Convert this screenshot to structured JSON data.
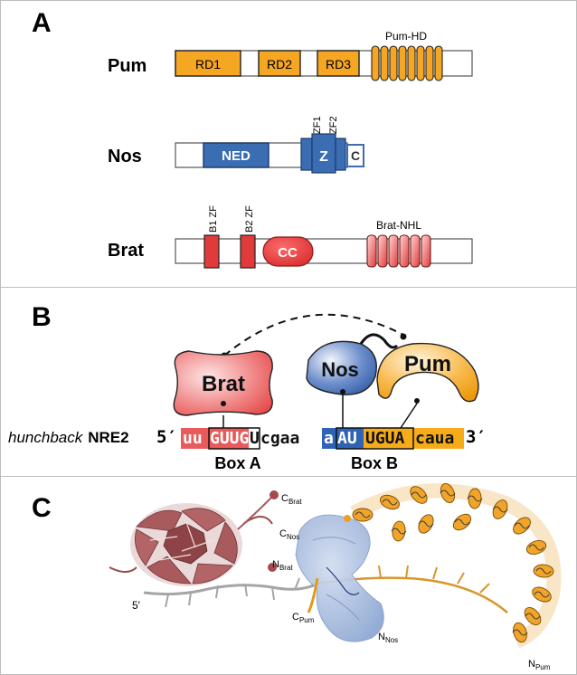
{
  "panels": {
    "a": {
      "letter": "A",
      "pum": {
        "name": "Pum",
        "rd1": "RD1",
        "rd2": "RD2",
        "rd3": "RD3",
        "hd": "Pum-HD"
      },
      "nos": {
        "name": "Nos",
        "ned": "NED",
        "z": "Z",
        "c": "C",
        "zf1": "ZF1",
        "zf2": "ZF2"
      },
      "brat": {
        "name": "Brat",
        "b1": "B1 ZF",
        "b2": "B2 ZF",
        "cc": "CC",
        "nhl": "Brat-NHL"
      }
    },
    "b": {
      "letter": "B",
      "brat_blob": "Brat",
      "nos_blob": "Nos",
      "pum_blob": "Pum",
      "rna_prefix": "hunchback",
      "rna_name": "NRE2",
      "five_prime": "5′",
      "three_prime": "3′",
      "seq": {
        "s1": "uu",
        "s2": "GUUG",
        "s3": "U",
        "s4": "cgaa",
        "s5": "a",
        "s6": "AU",
        "s7": "UGUA",
        "s8": "caua"
      },
      "box_a": "Box A",
      "box_b": "Box B"
    },
    "c": {
      "letter": "C",
      "c_brat": {
        "main": "C",
        "sub": "Brat"
      },
      "c_nos": {
        "main": "C",
        "sub": "Nos"
      },
      "n_brat": {
        "main": "N",
        "sub": "Brat"
      },
      "c_pum": {
        "main": "C",
        "sub": "Pum"
      },
      "n_nos": {
        "main": "N",
        "sub": "Nos"
      },
      "n_pum": {
        "main": "N",
        "sub": "Pum"
      },
      "five_prime": "5′"
    }
  },
  "colors": {
    "pum": "#f5a623",
    "nos": "#3b6db3",
    "brat": "#e03a3a",
    "brat_light": "#f07878",
    "brat_struct": "#a85a5c",
    "nos_surface": "#a9bde0",
    "rna_gray": "#a0a0a0"
  }
}
